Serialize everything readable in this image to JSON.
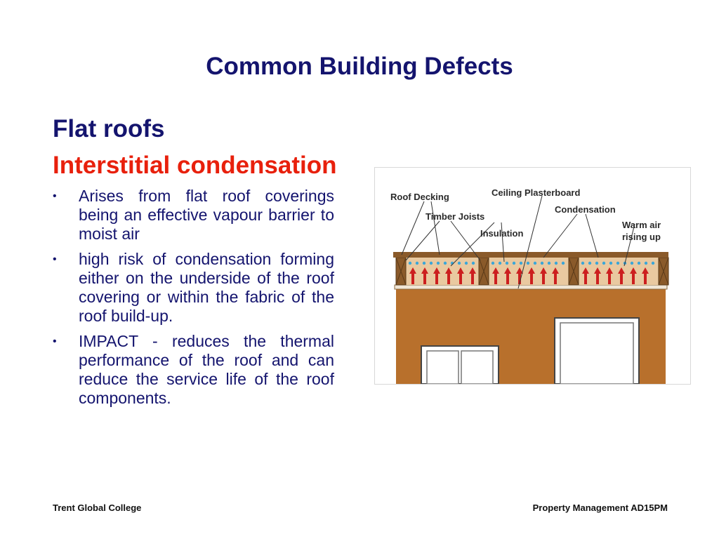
{
  "slide": {
    "title": "Common Building Defects",
    "heading": "Flat roofs",
    "subheading": "Interstitial condensation",
    "bullets": [
      "Arises from flat roof coverings being an effective vapour barrier to moist air",
      "high risk of condensation forming either on the underside of the roof covering or within the fabric of the roof build-up.",
      "IMPACT - reduces the thermal performance of the roof and can reduce the service life of the roof components."
    ],
    "bullet_glyph": "•"
  },
  "diagram": {
    "labels": {
      "roof_decking": "Roof Decking",
      "ceiling_plasterboard": "Ceiling Plasterboard",
      "timber_joists": "Timber Joists",
      "condensation": "Condensation",
      "insulation": "Insulation",
      "warm_air_line1": "Warm air",
      "warm_air_line2": "rising up"
    },
    "colors": {
      "wall": "#b8702c",
      "timber": "#8a5a2a",
      "insulation": "#e9c9a0",
      "arrow": "#cc1f1f",
      "droplet": "#3aa6d8"
    }
  },
  "footer": {
    "left": "Trent Global College",
    "right": "Property Management AD15PM"
  }
}
